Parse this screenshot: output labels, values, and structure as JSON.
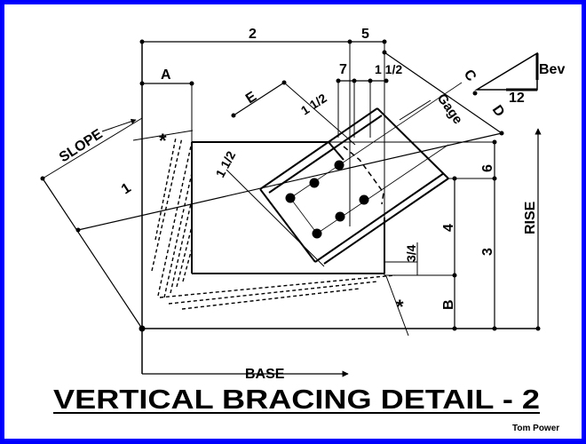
{
  "diagram": {
    "title": "VERTICAL BRACING DETAIL - 2",
    "author": "Tom Power",
    "labels": {
      "dim_2": "2",
      "dim_5": "5",
      "dim_A": "A",
      "dim_7": "7",
      "dim_1_half_top": "1 1/2",
      "dim_C": "C",
      "bev": "Bev",
      "bev_12": "12",
      "dim_E": "E",
      "dim_1_half_mid": "1 1/2",
      "gage": "Gage",
      "dim_D": "D",
      "slope": "SLOPE",
      "asterisk_top": "*",
      "dim_1": "1",
      "dim_1_half_left": "1 1/2",
      "dim_6": "6",
      "rise": "RISE",
      "dim_4": "4",
      "dim_3": "3",
      "dim_3_4": "3/4",
      "dim_B": "B",
      "asterisk_bottom": "*",
      "base": "BASE"
    }
  },
  "colors": {
    "frame": "#0000ff",
    "background": "#ffffff",
    "ink": "#000000"
  }
}
